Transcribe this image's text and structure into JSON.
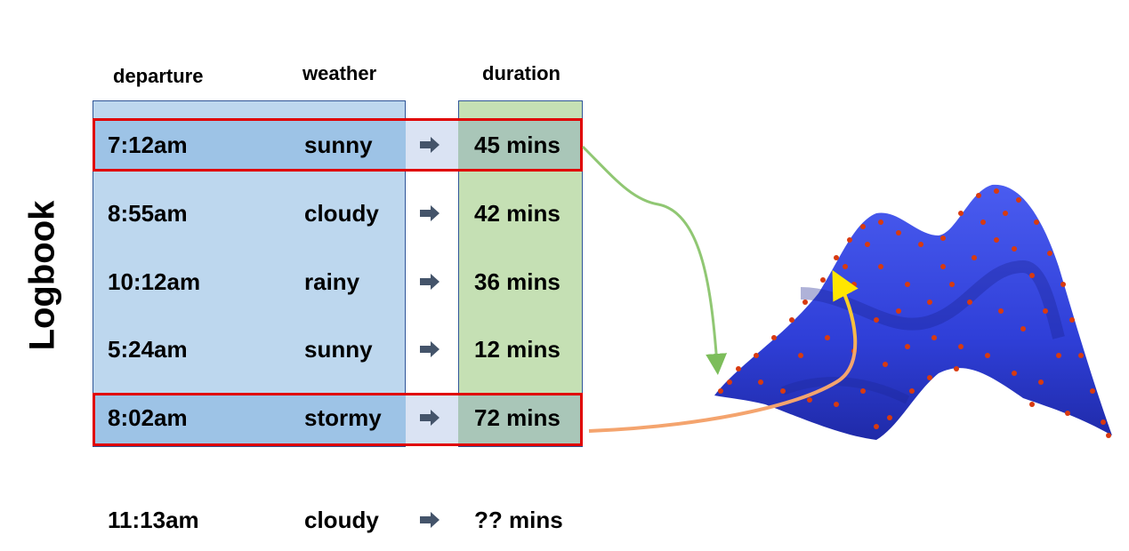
{
  "title": "Logbook",
  "headers": {
    "departure": "departure",
    "weather": "weather",
    "duration": "duration"
  },
  "rows": [
    {
      "departure": "7:12am",
      "weather": "sunny",
      "duration": "45 mins",
      "highlight": true
    },
    {
      "departure": "8:55am",
      "weather": "cloudy",
      "duration": "42 mins",
      "highlight": false
    },
    {
      "departure": "10:12am",
      "weather": "rainy",
      "duration": "36 mins",
      "highlight": false
    },
    {
      "departure": "5:24am",
      "weather": "sunny",
      "duration": "12 mins",
      "highlight": false
    },
    {
      "departure": "8:02am",
      "weather": "stormy",
      "duration": "72 mins",
      "highlight": true
    }
  ],
  "query": {
    "departure": "11:13am",
    "weather": "cloudy",
    "duration": "?? mins"
  },
  "colors": {
    "input_bg": "#bdd7ee",
    "input_highlight": "#9dc3e6",
    "output_bg": "#c5e0b4",
    "output_highlight": "#a9c6b8",
    "highlight_border": "#e00000",
    "arrow": "#44546a",
    "surface": "#3344dd",
    "points": "#d83a10",
    "link_top": "#7cbd5a",
    "link_bottom": "#f4a46e",
    "link_bottom_tip": "#ffe600"
  }
}
